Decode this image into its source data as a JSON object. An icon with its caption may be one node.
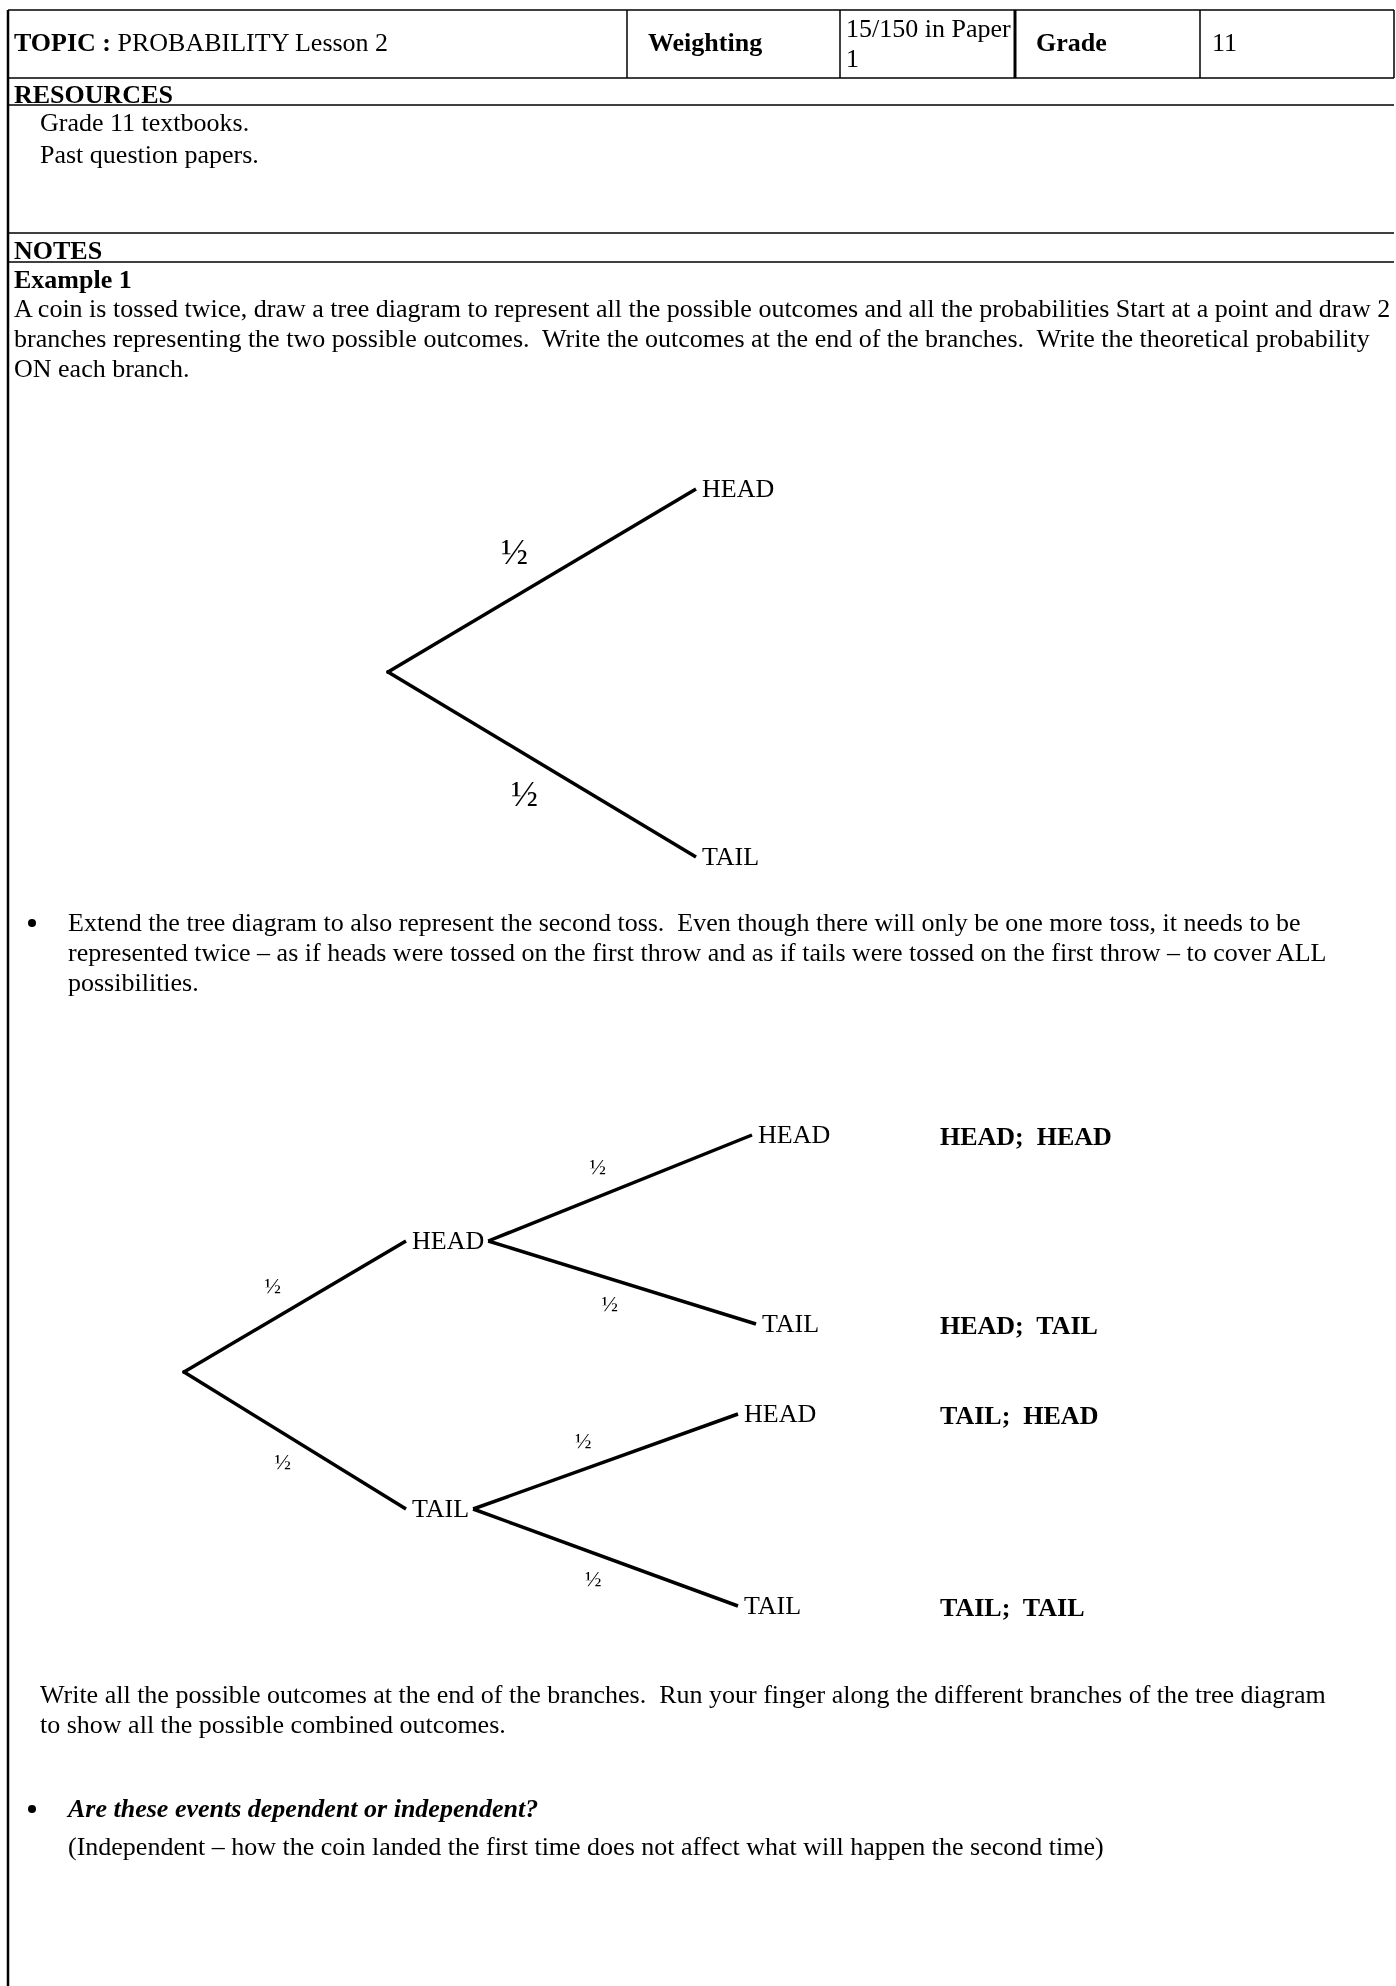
{
  "diagram": {
    "nodes": [
      {
        "text": [],
        "shape": "point"
      },
      {
        "text": [
          "HEAD"
        ]
      },
      {
        "text": [
          "TAIL"
        ]
      },
      {
        "text": [],
        "shape": "point"
      },
      {
        "text": [
          "HEAD"
        ]
      },
      {
        "text": [
          "TAIL"
        ]
      },
      {
        "text": [
          "HEAD"
        ]
      },
      {
        "text": [
          "TAIL"
        ]
      },
      {
        "text": [
          "HEAD"
        ]
      },
      {
        "text": [
          "TAIL"
        ]
      }
    ],
    "edges": [
      {
        "from": 0,
        "to": 1,
        "arrow": "none",
        "label": "½"
      },
      {
        "from": 0,
        "to": 2,
        "arrow": "none",
        "label": "½"
      },
      {
        "from": 3,
        "to": 4,
        "arrow": "none",
        "label": "½"
      },
      {
        "from": 3,
        "to": 5,
        "arrow": "none",
        "label": "½"
      },
      {
        "from": 4,
        "to": 6,
        "arrow": "none",
        "label": "½"
      },
      {
        "from": 4,
        "to": 7,
        "arrow": "none",
        "label": "½"
      },
      {
        "from": 5,
        "to": 8,
        "arrow": "none",
        "label": "½"
      },
      {
        "from": 5,
        "to": 9,
        "arrow": "none",
        "label": "½"
      }
    ],
    "labels": [
      "**TOPIC :** PROBABILITY Lesson 2",
      "Weighting",
      "15/150 in Paper 1",
      "Grade",
      "11",
      "RESOURCES",
      "Grade 11 textbooks.",
      "Past question papers.",
      "NOTES",
      "Example 1",
      "A coin is tossed twice, draw a tree diagram to represent all the possible outcomes and all the probabilities Start at a point and draw 2 branches representing the two possible outcomes.  Write the outcomes at the end of the branches.  Write the theoretical probability ON each branch.",
      "Extend the tree diagram to also represent the second toss.  Even though there will only be one more toss, it needs to be represented twice – as if heads were tossed on the first throw and as if tails were tossed on the first throw – to cover ALL possibilities.",
      "HEAD;  HEAD",
      "HEAD;  TAIL",
      "TAIL;  HEAD",
      "TAIL;  TAIL",
      "Write all the possible outcomes at the end of the branches.  Run your finger along the different branches of the tree diagram to show all the possible combined outcomes.",
      "Are these events dependent or independent?",
      "(Independent – how the coin landed the first time does not affect what will happen the second time)"
    ]
  }
}
